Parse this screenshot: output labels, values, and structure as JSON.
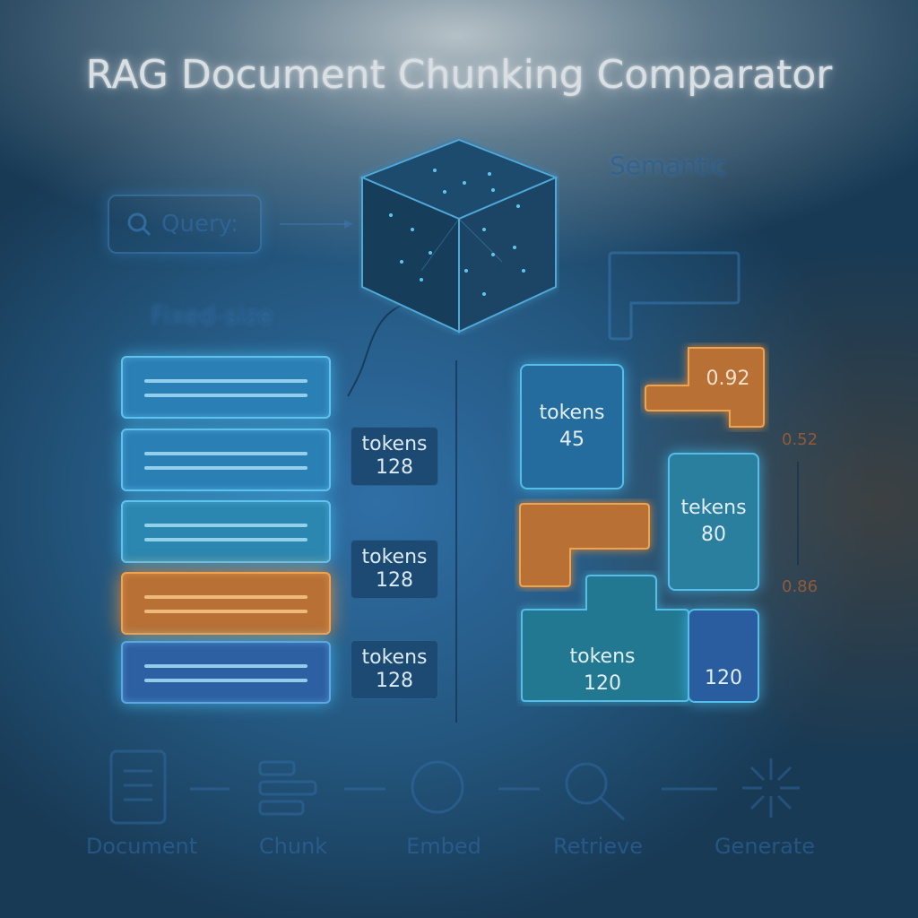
{
  "title": "RAG Document Chunking Comparator",
  "query": {
    "label": "Query:"
  },
  "fixed": {
    "label": "Fixed-size",
    "tokens": [
      {
        "word": "tokens",
        "count": "128"
      },
      {
        "word": "tokens",
        "count": "128"
      },
      {
        "word": "tokens",
        "count": "128"
      }
    ]
  },
  "semantic": {
    "label": "Semantic",
    "chunks": [
      {
        "word": "tokens",
        "count": "45"
      },
      {
        "word": "tekens",
        "count": "80"
      },
      {
        "word": "tokens",
        "count": "120"
      },
      {
        "word": "",
        "count": "120"
      }
    ],
    "scores": [
      "0.92",
      "0.52",
      "0.86"
    ]
  },
  "pipeline": [
    "Document",
    "Chunk",
    "Embed",
    "Retrieve",
    "Generate"
  ],
  "colors": {
    "accent_blue": "#54bde8",
    "accent_orange": "#f0a24e",
    "background": "#24577f"
  }
}
